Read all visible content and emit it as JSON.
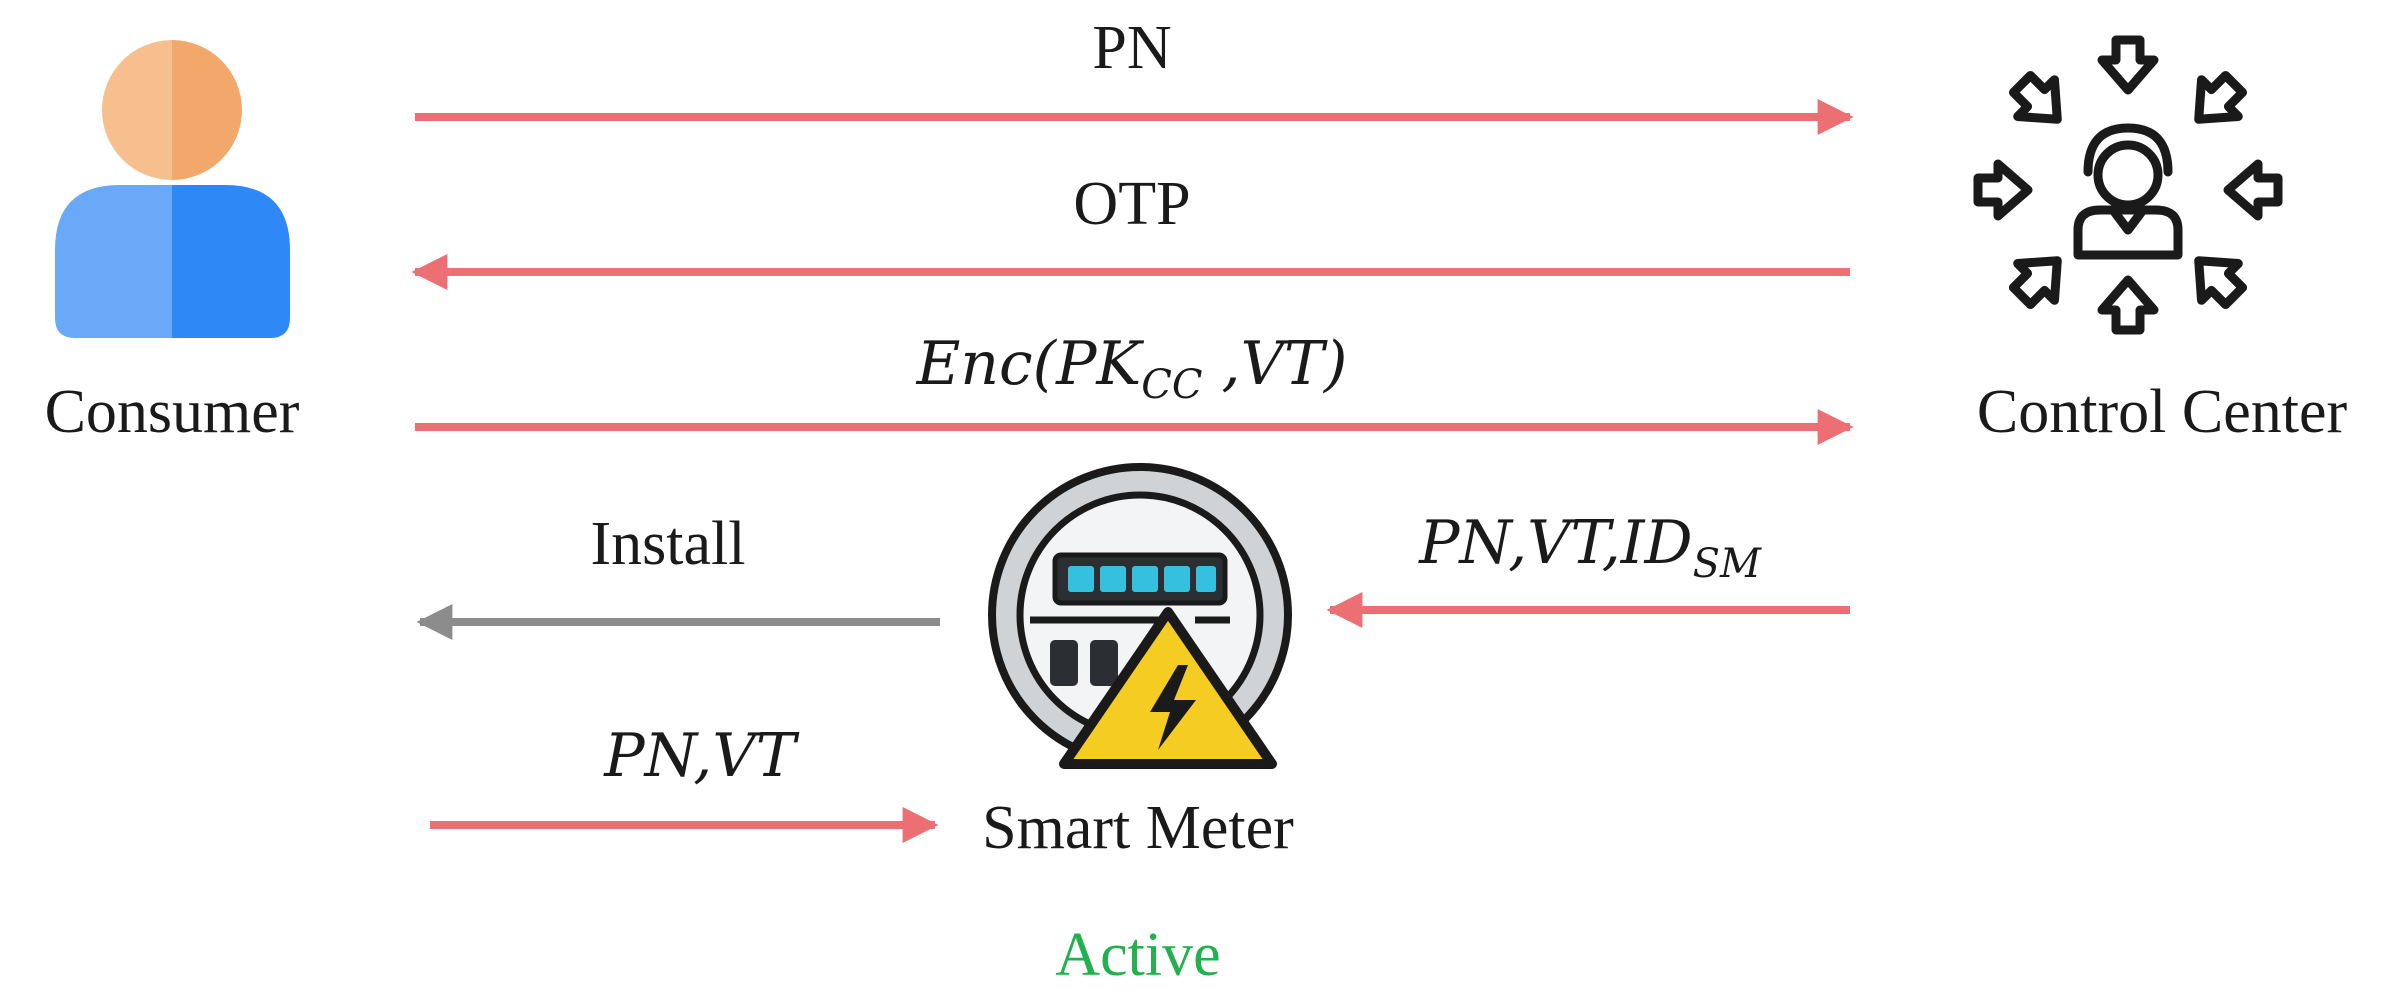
{
  "actors": {
    "consumer": "Consumer",
    "control_center": "Control Center",
    "smart_meter": "Smart Meter"
  },
  "messages": {
    "pn": "PN",
    "otp": "OTP",
    "enc_prefix": "Enc(PK",
    "enc_sub": "CC",
    "enc_suffix": " ,VT)",
    "sm_msg_prefix": "PN,VT,ID",
    "sm_msg_sub": "SM",
    "install": "Install",
    "pn_vt": "PN,VT"
  },
  "status": {
    "active": "Active"
  },
  "colors": {
    "arrow_red": "#ec6f73",
    "arrow_gray": "#8c8c8c",
    "active_green": "#22b14c",
    "consumer_head": "#f4ad77",
    "consumer_body": "#2e88f5"
  }
}
